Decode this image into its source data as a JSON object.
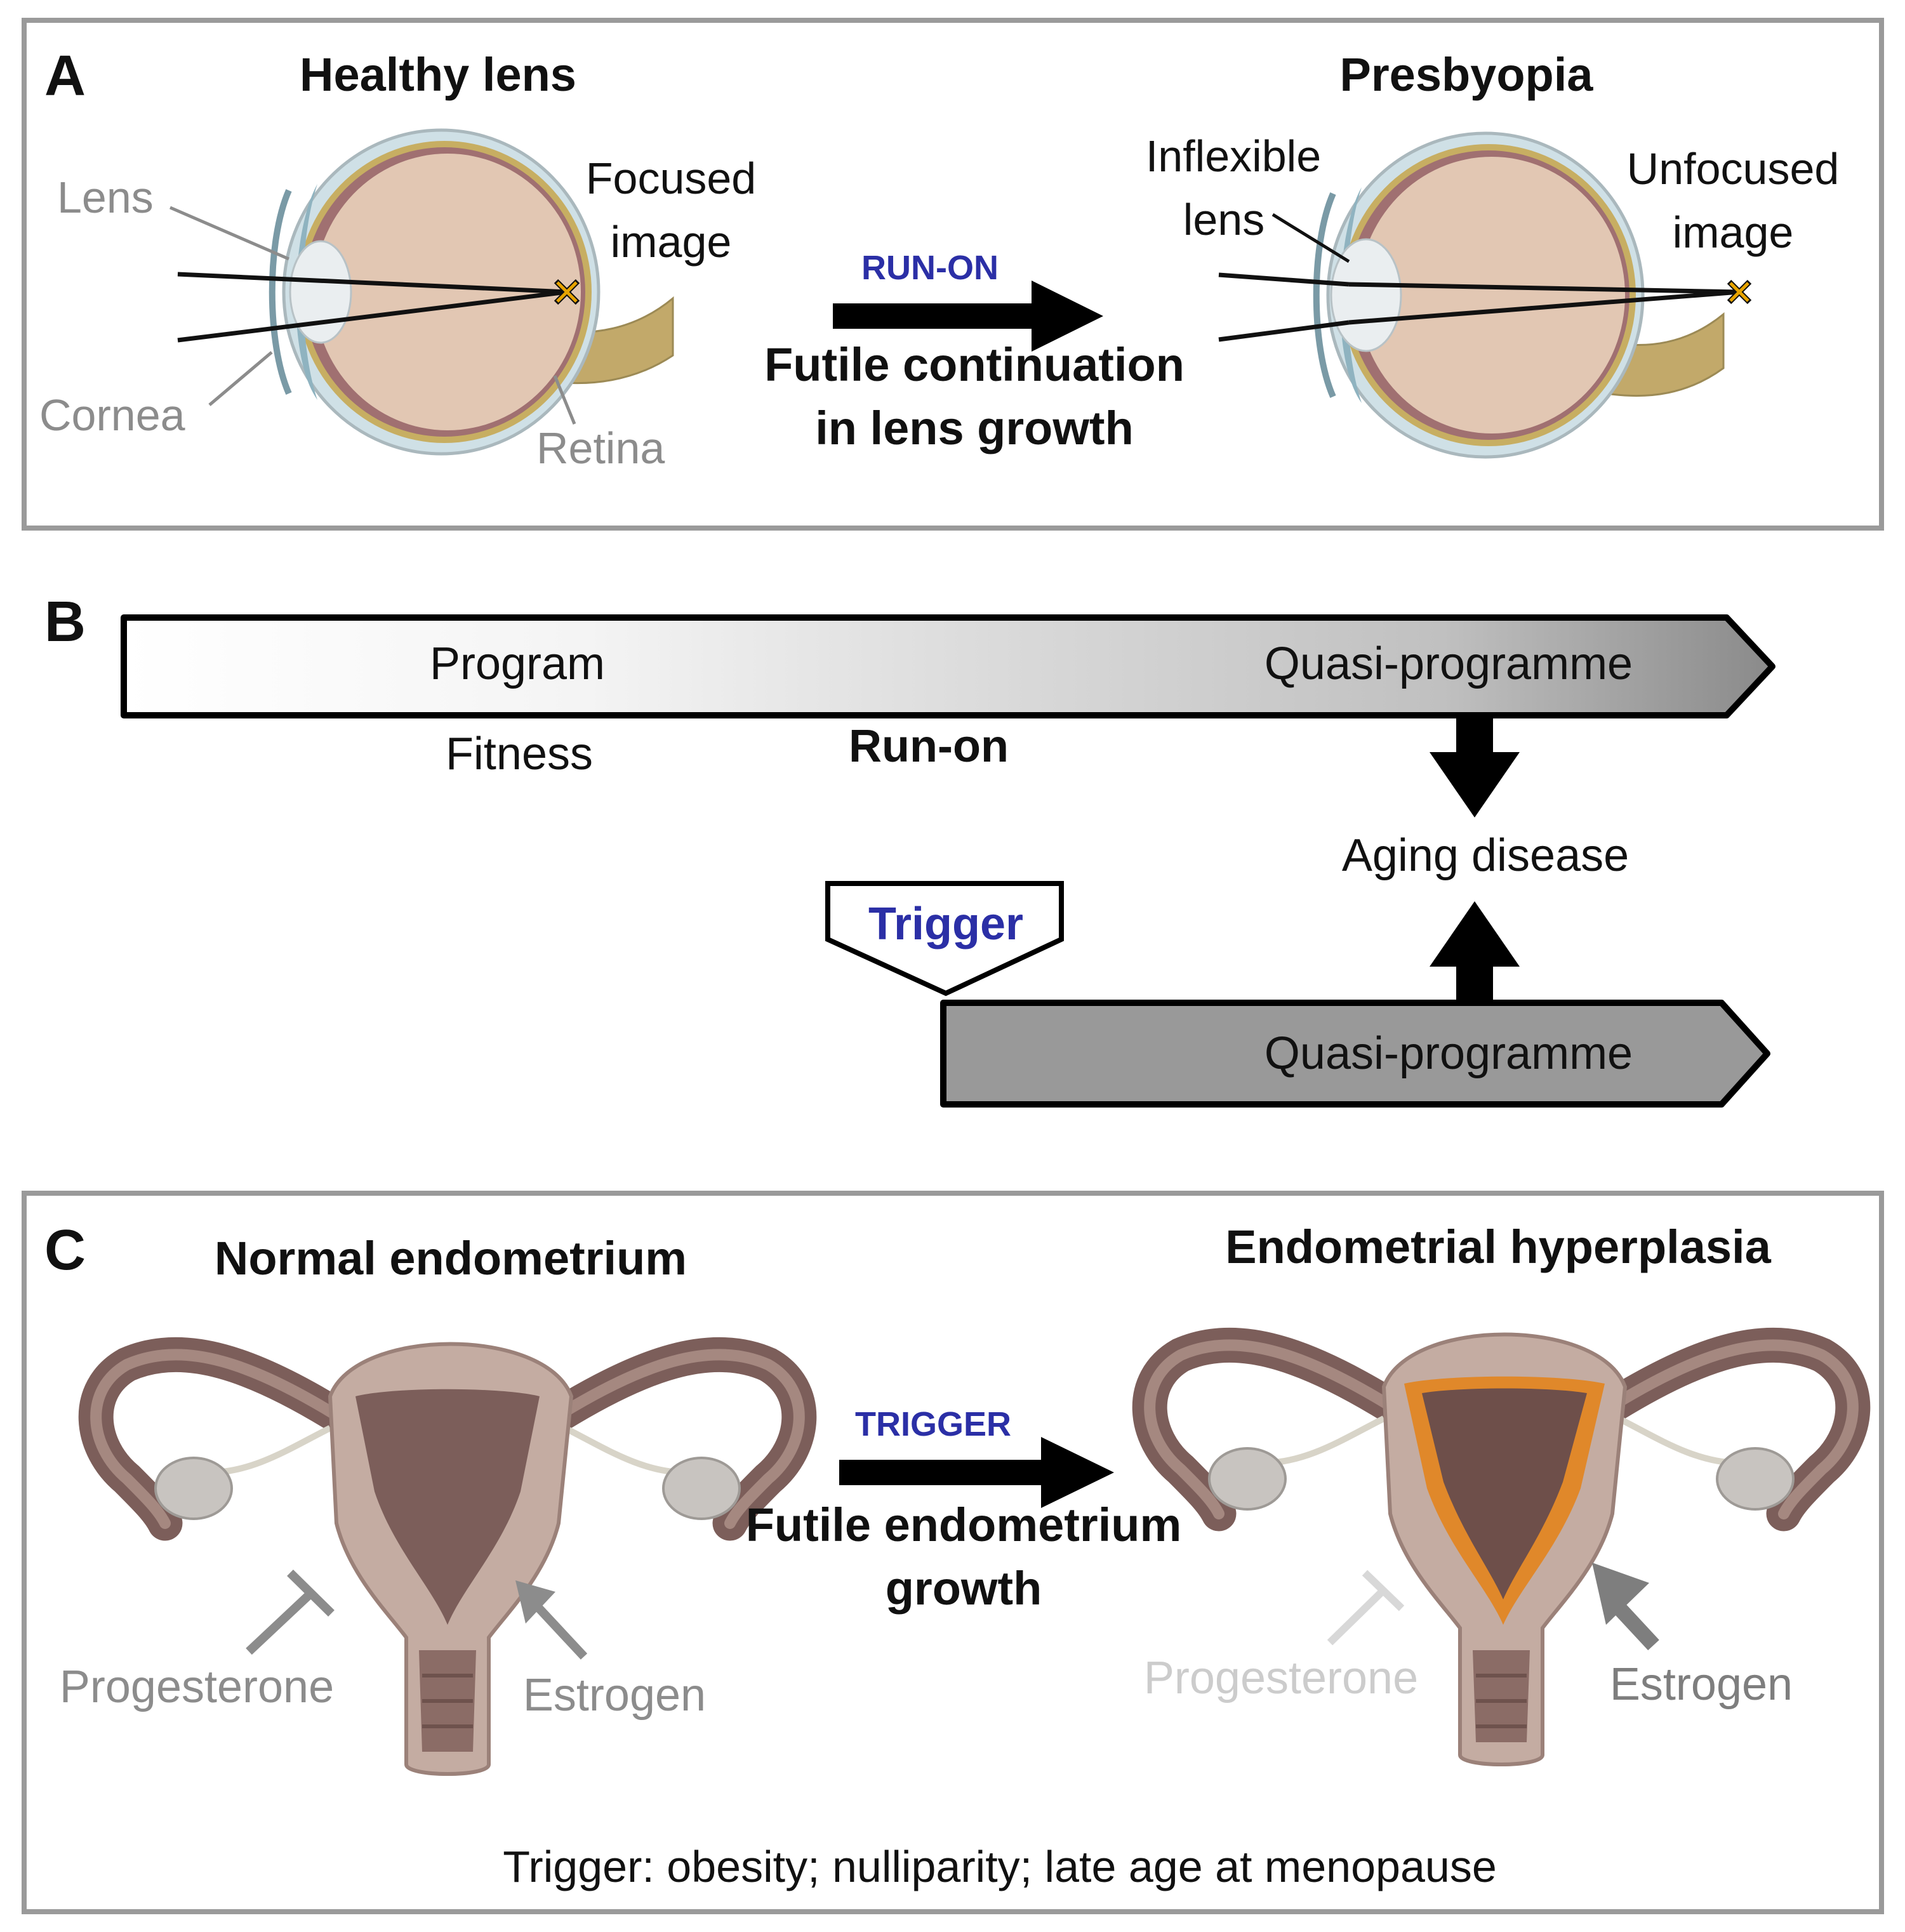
{
  "panel_a": {
    "letter": "A",
    "healthy_title": "Healthy lens",
    "presbyopia_title": "Presbyopia",
    "lens_label": "Lens",
    "cornea_label": "Cornea",
    "retina_label": "Retina",
    "focused_line1": "Focused",
    "focused_line2": "image",
    "inflexible_line1": "Inflexible",
    "inflexible_line2": "lens",
    "unfocused_line1": "Unfocused",
    "unfocused_line2": "image",
    "arrow_label": "RUN-ON",
    "arrow_caption_line1": "Futile continuation",
    "arrow_caption_line2": "in lens growth"
  },
  "panel_b": {
    "letter": "B",
    "program": "Program",
    "quasi_top": "Quasi-programme",
    "fitness": "Fitness",
    "run_on": "Run-on",
    "aging_disease": "Aging disease",
    "trigger": "Trigger",
    "quasi_bottom": "Quasi-programme"
  },
  "panel_c": {
    "letter": "C",
    "normal_title": "Normal endometrium",
    "hyperplasia_title": "Endometrial hyperplasia",
    "arrow_label": "TRIGGER",
    "arrow_caption_line1": "Futile endometrium",
    "arrow_caption_line2": "growth",
    "progesterone_left": "Progesterone",
    "estrogen_left": "Estrogen",
    "progesterone_right": "Progesterone",
    "estrogen_right": "Estrogen",
    "footer": "Trigger: obesity; nulliparity; late age at menopause"
  },
  "colors": {
    "accent_blue": "#2b2fa6",
    "gray_label": "#8c8c8c",
    "faded_label": "#cccccc",
    "panel_border": "#9a9a9a",
    "dark_box": "#999999",
    "focus_mark": "#e8a400"
  }
}
